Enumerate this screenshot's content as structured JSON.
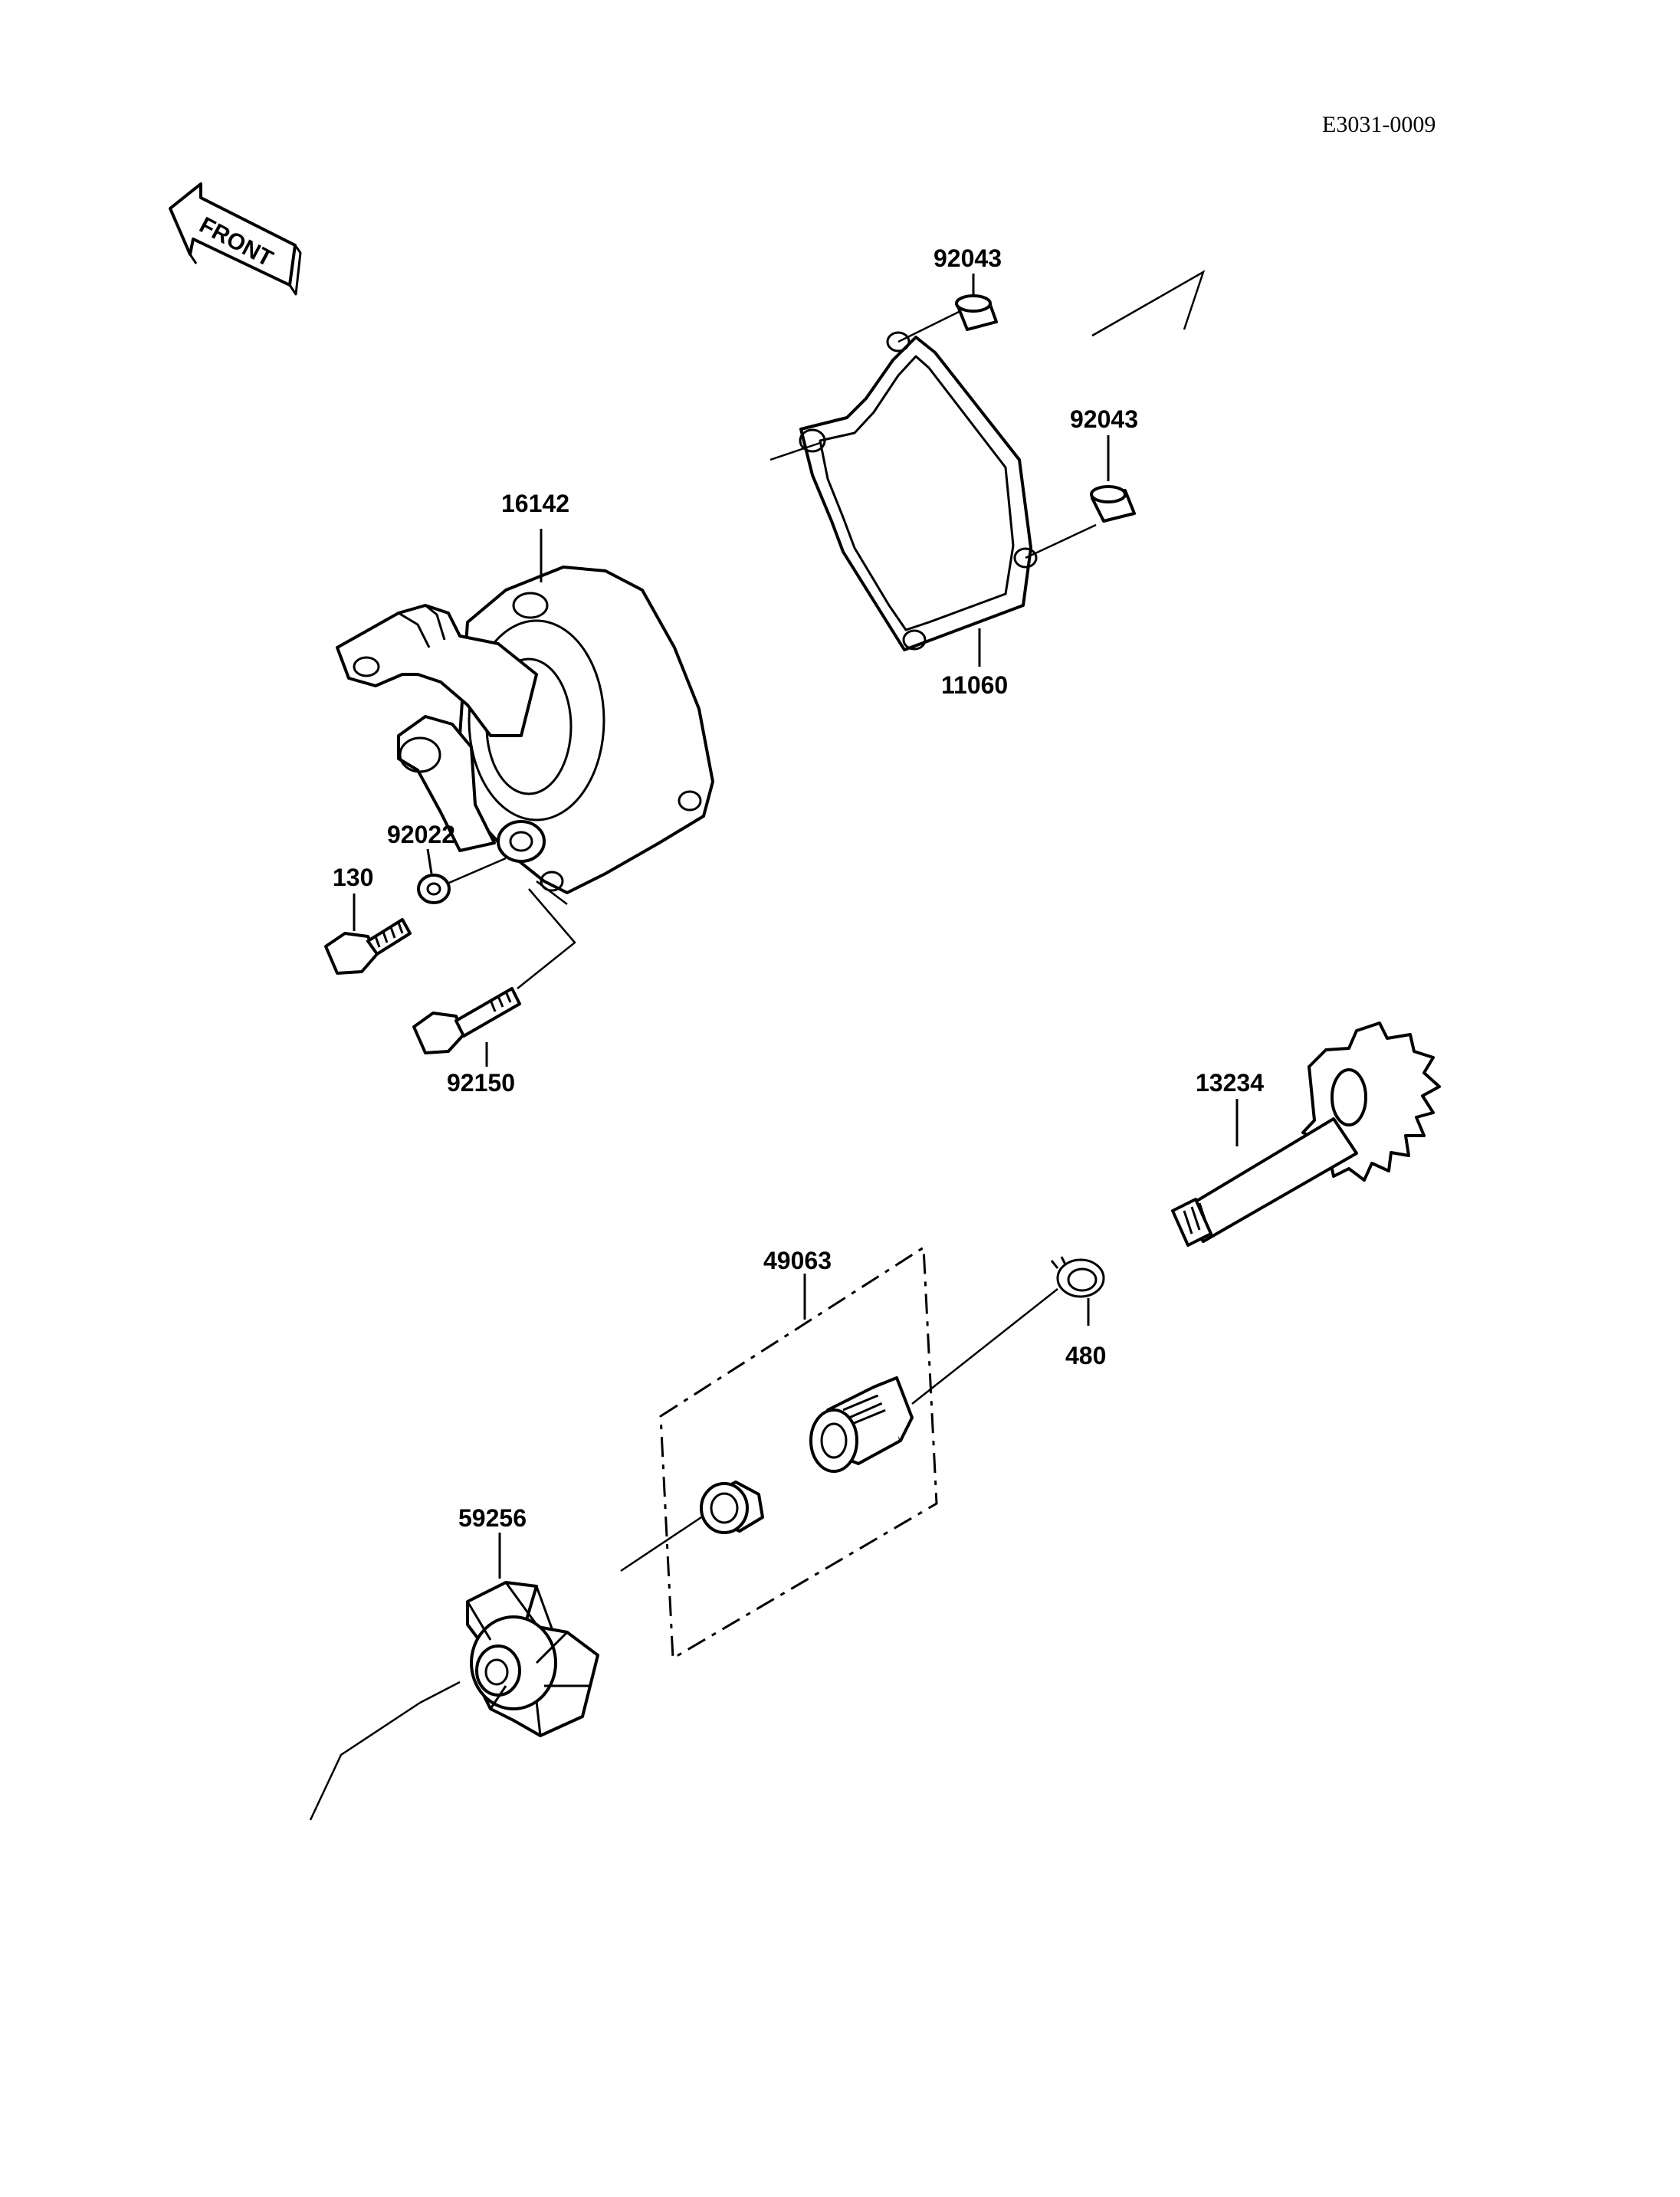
{
  "diagram_code": "E3031-0009",
  "front_label": "FRONT",
  "parts": {
    "pin_upper": "92043",
    "pin_lower": "92043",
    "gasket": "11060",
    "pump_cover": "16142",
    "washer": "92022",
    "bolt": "130",
    "bolt_long": "92150",
    "shaft_gear": "13234",
    "seal_set": "49063",
    "circlip": "480",
    "impeller": "59256"
  }
}
